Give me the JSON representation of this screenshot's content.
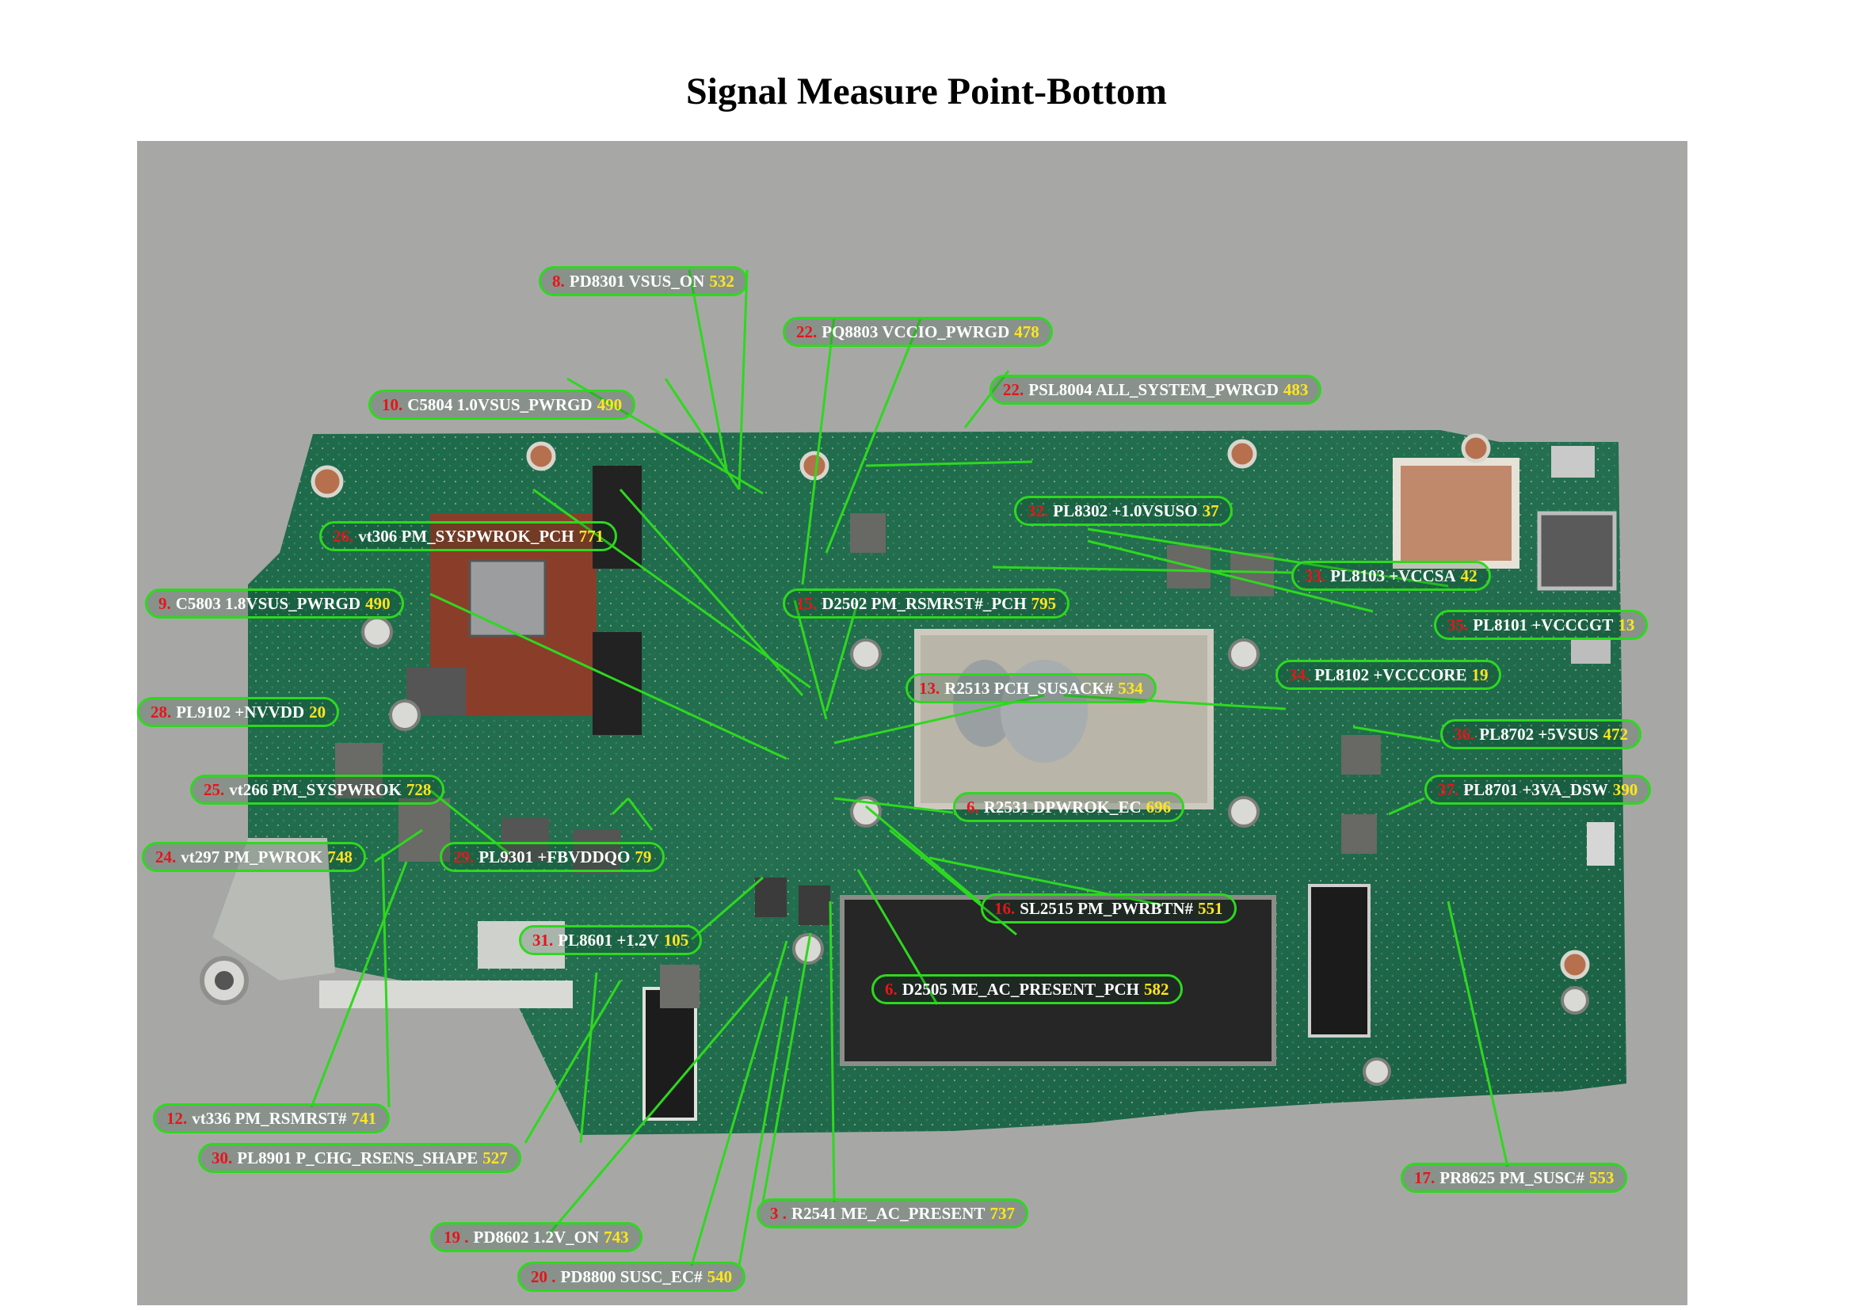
{
  "title": "Signal Measure Point-Bottom",
  "callouts": [
    {
      "num": "8.",
      "label": "PD8301 VSUS_ON",
      "value": "532"
    },
    {
      "num": "22.",
      "label": "PQ8803 VCCIO_PWRGD",
      "value": "478"
    },
    {
      "num": "22.",
      "label": "PSL8004 ALL_SYSTEM_PWRGD",
      "value": "483"
    },
    {
      "num": "10.",
      "label": "C5804 1.0VSUS_PWRGD",
      "value": "490"
    },
    {
      "num": "32.",
      "label": "PL8302 +1.0VSUSO",
      "value": "37"
    },
    {
      "num": "26.",
      "label": "vt306 PM_SYSPWROK_PCH",
      "value": "771"
    },
    {
      "num": "33.",
      "label": "PL8103 +VCCSA",
      "value": "42"
    },
    {
      "num": "9.",
      "label": "C5803 1.8VSUS_PWRGD",
      "value": "490"
    },
    {
      "num": "15.",
      "label": "D2502 PM_RSMRST#_PCH",
      "value": "795"
    },
    {
      "num": "35.",
      "label": "PL8101 +VCCCGT",
      "value": "13"
    },
    {
      "num": "13.",
      "label": "R2513 PCH_SUSACK#",
      "value": "534"
    },
    {
      "num": "34.",
      "label": "PL8102 +VCCCORE",
      "value": "19"
    },
    {
      "num": "28.",
      "label": "PL9102 +NVVDD",
      "value": "20"
    },
    {
      "num": "36.",
      "label": "PL8702 +5VSUS",
      "value": "472"
    },
    {
      "num": "25.",
      "label": "vt266 PM_SYSPWROK",
      "value": "728"
    },
    {
      "num": "37.",
      "label": "PL8701 +3VA_DSW",
      "value": "390"
    },
    {
      "num": "6.",
      "label": "R2531 DPWROK_EC",
      "value": "696"
    },
    {
      "num": "24.",
      "label": "vt297 PM_PWROK",
      "value": "748"
    },
    {
      "num": "29.",
      "label": "PL9301 +FBVDDQO",
      "value": "79"
    },
    {
      "num": "16.",
      "label": "SL2515 PM_PWRBTN#",
      "value": "551"
    },
    {
      "num": "31.",
      "label": "PL8601 +1.2V",
      "value": "105"
    },
    {
      "num": "6.",
      "label": "D2505 ME_AC_PRESENT_PCH",
      "value": "582"
    },
    {
      "num": "12.",
      "label": "vt336 PM_RSMRST#",
      "value": "741"
    },
    {
      "num": "30.",
      "label": "PL8901 P_CHG_RSENS_SHAPE",
      "value": "527"
    },
    {
      "num": "17.",
      "label": "PR8625 PM_SUSC#",
      "value": "553"
    },
    {
      "num": "3 .",
      "label": "R2541 ME_AC_PRESENT",
      "value": "737"
    },
    {
      "num": "19 .",
      "label": "PD8602 1.2V_ON",
      "value": "743"
    },
    {
      "num": "20 .",
      "label": "PD8800 SUSC_EC#",
      "value": "540"
    }
  ]
}
